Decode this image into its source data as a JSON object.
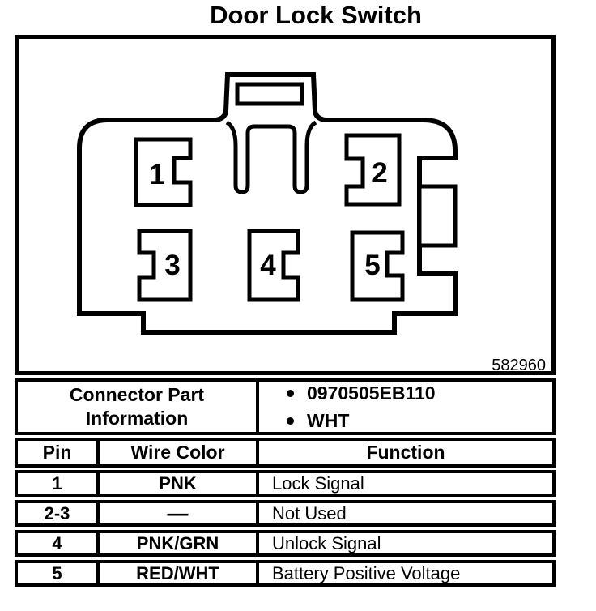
{
  "title": "Door Lock Switch",
  "figure": {
    "pins": [
      "1",
      "2",
      "3",
      "4",
      "5"
    ],
    "figure_number": "582960"
  },
  "table": {
    "part_info": {
      "label_line1": "Connector Part",
      "label_line2": "Information",
      "bullets": [
        "0970505EB110",
        "WHT"
      ]
    },
    "headers": {
      "pin": "Pin",
      "wire_color": "Wire Color",
      "function": "Function"
    },
    "rows": [
      {
        "pin": "1",
        "wire_color": "PNK",
        "function": "Lock Signal"
      },
      {
        "pin": "2-3",
        "wire_color": "—",
        "function": "Not Used"
      },
      {
        "pin": "4",
        "wire_color": "PNK/GRN",
        "function": "Unlock Signal"
      },
      {
        "pin": "5",
        "wire_color": "RED/WHT",
        "function": "Battery Positive Voltage"
      }
    ]
  },
  "colors": {
    "ink": "#000000",
    "paper": "#ffffff"
  }
}
